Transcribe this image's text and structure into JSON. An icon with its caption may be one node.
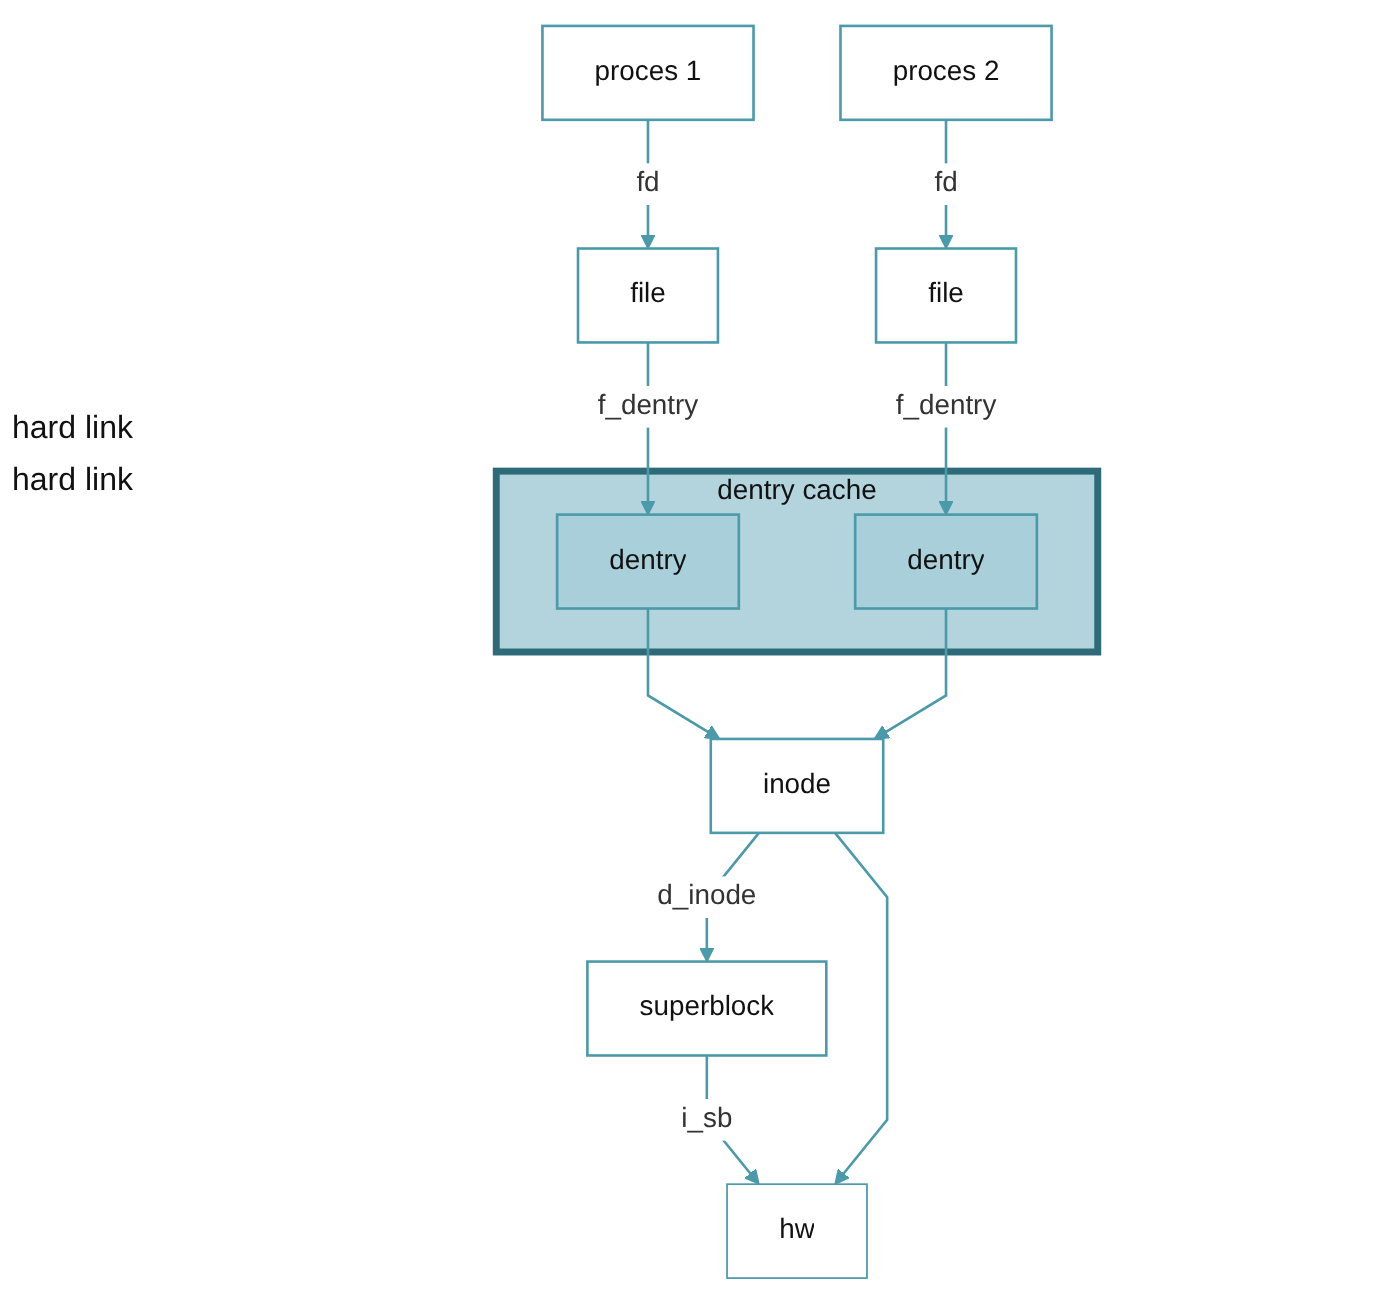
{
  "diagram": {
    "nodes": [
      {
        "text": [
          "proces 1"
        ]
      },
      {
        "text": [
          "proces 2"
        ]
      },
      {
        "text": [
          "file"
        ]
      },
      {
        "text": [
          "file"
        ]
      },
      {
        "text": [
          "dentry cache"
        ]
      },
      {
        "text": [
          "dentry"
        ],
        "in": 4
      },
      {
        "text": [
          "dentry"
        ],
        "in": 4
      },
      {
        "text": [
          "inode"
        ]
      },
      {
        "text": [
          "superblock"
        ]
      },
      {
        "text": [
          "hw"
        ]
      }
    ],
    "edges": [
      {
        "from": 0,
        "to": 2,
        "arrow": "to",
        "label": "fd"
      },
      {
        "from": 1,
        "to": 3,
        "arrow": "to",
        "label": "fd"
      },
      {
        "from": 2,
        "to": 5,
        "arrow": "to",
        "label": "f_dentry"
      },
      {
        "from": 3,
        "to": 6,
        "arrow": "to",
        "label": "f_dentry"
      },
      {
        "from": 5,
        "to": 7,
        "arrow": "to"
      },
      {
        "from": 6,
        "to": 7,
        "arrow": "to"
      },
      {
        "from": 7,
        "to": 8,
        "arrow": "to",
        "label": "d_inode"
      },
      {
        "from": 8,
        "to": 9,
        "arrow": "to",
        "label": "i_sb"
      },
      {
        "from": 7,
        "to": 9,
        "arrow": "to"
      }
    ],
    "labels": [
      "hard link",
      "hard link"
    ]
  }
}
